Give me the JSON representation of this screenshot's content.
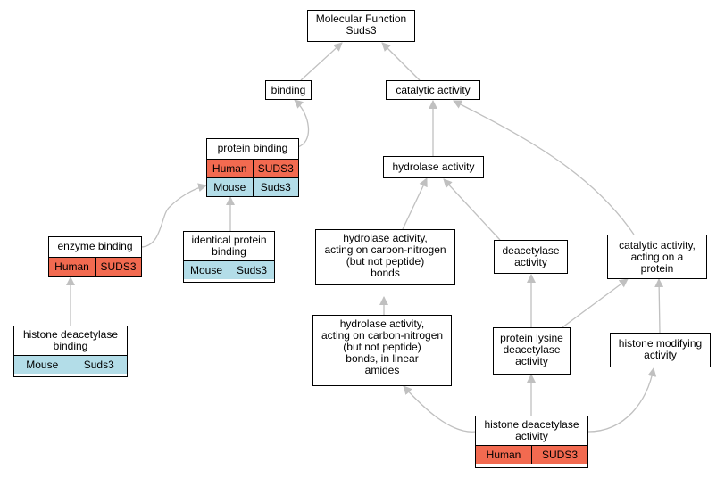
{
  "colors": {
    "human": "#f26a50",
    "mouse": "#b3dde8",
    "edge": "#c0c0c0"
  },
  "nodes": {
    "molecular_function": {
      "lines": [
        "Molecular Function",
        "Suds3"
      ]
    },
    "binding": {
      "lines": [
        "binding"
      ]
    },
    "catalytic_activity": {
      "lines": [
        "catalytic activity"
      ]
    },
    "protein_binding": {
      "lines": [
        "protein binding"
      ],
      "rows": [
        {
          "species": "Human",
          "gene": "SUDS3"
        },
        {
          "species": "Mouse",
          "gene": "Suds3"
        }
      ]
    },
    "hydrolase_activity": {
      "lines": [
        "hydrolase activity"
      ]
    },
    "enzyme_binding": {
      "lines": [
        "enzyme binding"
      ],
      "rows": [
        {
          "species": "Human",
          "gene": "SUDS3"
        }
      ]
    },
    "identical_protein_binding": {
      "lines": [
        "identical protein",
        "binding"
      ],
      "rows": [
        {
          "species": "Mouse",
          "gene": "Suds3"
        }
      ]
    },
    "hydrolase_cn_bonds": {
      "lines": [
        "hydrolase activity,",
        "acting on carbon-nitrogen",
        "(but not peptide)",
        "bonds"
      ]
    },
    "deacetylase_activity": {
      "lines": [
        "deacetylase",
        "activity"
      ]
    },
    "catalytic_on_protein": {
      "lines": [
        "catalytic activity,",
        "acting on a",
        "protein"
      ]
    },
    "histone_deacetylase_binding": {
      "lines": [
        "histone deacetylase",
        "binding"
      ],
      "rows": [
        {
          "species": "Mouse",
          "gene": "Suds3"
        }
      ]
    },
    "hydrolase_cn_linear_amides": {
      "lines": [
        "hydrolase activity,",
        "acting on carbon-nitrogen",
        "(but not peptide)",
        "bonds, in linear",
        "amides"
      ]
    },
    "protein_lysine_deacetylase": {
      "lines": [
        "protein lysine",
        "deacetylase",
        "activity"
      ]
    },
    "histone_modifying_activity": {
      "lines": [
        "histone modifying",
        "activity"
      ]
    },
    "histone_deacetylase_activity": {
      "lines": [
        "histone deacetylase",
        "activity"
      ],
      "rows": [
        {
          "species": "Human",
          "gene": "SUDS3"
        }
      ]
    }
  }
}
